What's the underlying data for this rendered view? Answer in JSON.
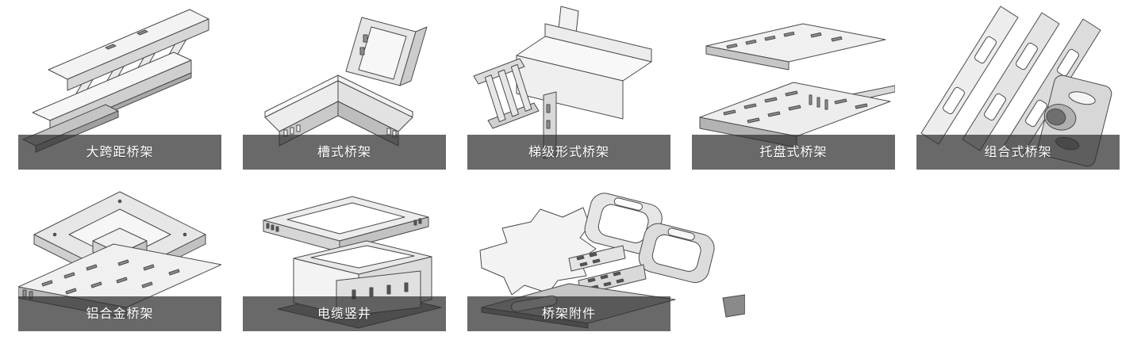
{
  "page": {
    "background": "#ffffff",
    "layout": "product gallery, 2 rows (5 + 3 cards)"
  },
  "colors": {
    "caption_bar_overlay": "rgba(47,47,47,0.72)",
    "caption_bar_solid_equivalent": "#696969",
    "caption_text": "#ffffff",
    "illustration_outline": "#4a4a4a",
    "illustration_metal_light": "#f3f3f3",
    "illustration_metal_dark": "#9c9c9c"
  },
  "products": [
    {
      "id": "large-span",
      "label": "大跨距桥架",
      "alt": "isometric grayscale render of two long large-span ladder tray rails"
    },
    {
      "id": "trough",
      "label": "槽式桥架",
      "alt": "isometric grayscale render of a trough-type tray elbow with a riser piece"
    },
    {
      "id": "ladder",
      "label": "梯级形式桥架",
      "alt": "isometric grayscale render of a ladder-form cable tray section"
    },
    {
      "id": "tray",
      "label": "托盘式桥架",
      "alt": "isometric grayscale render of two perforated tray-type sections"
    },
    {
      "id": "combined",
      "label": "组合式桥架",
      "alt": "isometric grayscale render of combined modular rails with a flange plate"
    },
    {
      "id": "aluminum-alloy",
      "label": "铝合金桥架",
      "alt": "isometric grayscale render of an aluminum-alloy corner piece with perforated tray"
    },
    {
      "id": "cable-shaft",
      "label": "电缆竖井",
      "alt": "isometric grayscale render of a vertical cable shaft box with lid"
    },
    {
      "id": "accessories",
      "label": "桥架附件",
      "alt": "exploded grayscale render of tray accessories: clamps, plates and connectors"
    }
  ]
}
